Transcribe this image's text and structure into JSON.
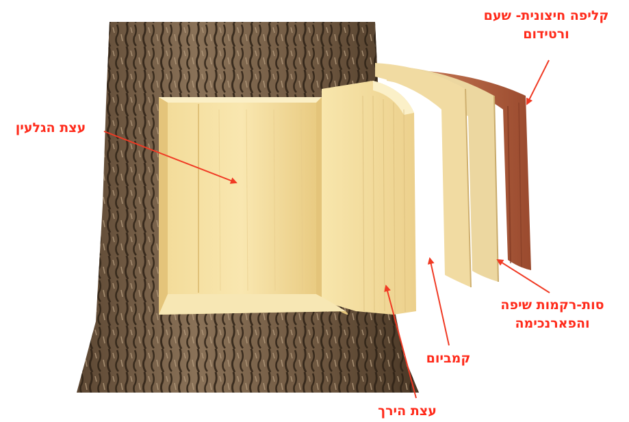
{
  "labels": {
    "outer_bark": [
      "קליפה חיצונית- שעם",
      "ורטידום"
    ],
    "heartwood": "עצת הגלעין",
    "phloem": [
      "סות-רקמות שיפה",
      "והפארנכימה"
    ],
    "cambium": "קמביום",
    "sapwood": "עצת הירך"
  },
  "colors": {
    "label_text": "#ff2a1a",
    "arrow": "#f03a24",
    "bark_dark": "#3a2a1c",
    "bark_light": "#8a7258",
    "wood_light": "#f6e4a6",
    "wood_mid": "#efd28a",
    "outer_bark_layer": "#b05e3e"
  }
}
